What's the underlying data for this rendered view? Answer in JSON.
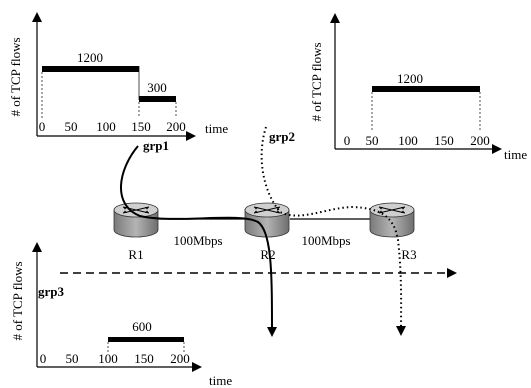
{
  "charts": [
    {
      "id": "grp1",
      "ylabel": "# of TCP flows",
      "xlabel": "time",
      "ticks": [
        "0",
        "50",
        "100",
        "150",
        "200"
      ],
      "bars": [
        {
          "start": 0,
          "end": 150,
          "value": "1200"
        },
        {
          "start": 150,
          "end": 200,
          "value": "300"
        }
      ]
    },
    {
      "id": "grp2",
      "ylabel": "# of TCP flows",
      "xlabel": "time",
      "ticks": [
        "0",
        "50",
        "100",
        "150",
        "200"
      ],
      "bars": [
        {
          "start": 50,
          "end": 200,
          "value": "1200"
        }
      ]
    },
    {
      "id": "grp3",
      "ylabel": "# of TCP flows",
      "xlabel": "time",
      "ticks": [
        "0",
        "50",
        "100",
        "150",
        "200"
      ],
      "bars": [
        {
          "start": 100,
          "end": 200,
          "value": "600"
        }
      ]
    }
  ],
  "routers": [
    "R1",
    "R2",
    "R3"
  ],
  "links": [
    "100Mbps",
    "100Mbps"
  ],
  "groups": [
    "grp1",
    "grp2",
    "grp3"
  ],
  "colors": {
    "line": "#000000",
    "router_fill": "#9a9a9a",
    "router_top": "#cfcfcf"
  },
  "icons": [
    "router-icon",
    "router-icon",
    "router-icon"
  ]
}
